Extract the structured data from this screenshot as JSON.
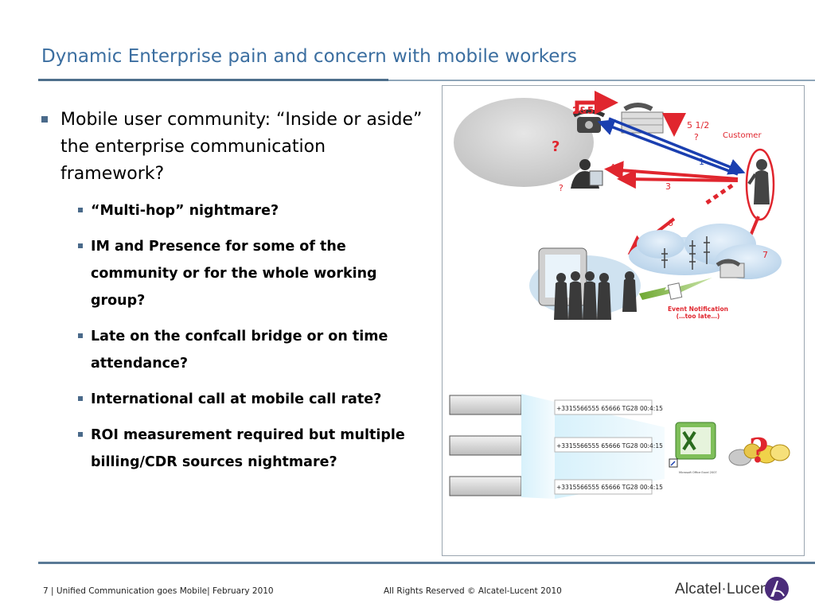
{
  "slide": {
    "title": "Dynamic Enterprise pain and concern with mobile workers"
  },
  "bullets": {
    "main": "Mobile user community: “Inside or aside” the enterprise communication framework?",
    "subs": [
      "“Multi-hop” nightmare?",
      "IM and Presence for some of the community or for the whole working group?",
      "Late on the confcall bridge or on time attendance?",
      "International call at mobile call rate?",
      "ROI measurement required but multiple billing/CDR sources nightmare?"
    ]
  },
  "diagram": {
    "labels": {
      "step_2and5": "2&5",
      "step_5half": "5  1/2",
      "q_small_1": "?",
      "q_big": "?",
      "step_1": "1",
      "step_4": "4",
      "step_3": "3",
      "q_small_2": "?",
      "step_6": "6",
      "step_7": "7",
      "customer": "Customer",
      "event_notification": "Event Notification",
      "too_late": "(…too late…)",
      "excel_caption": "Microsoft Office Excel 2007",
      "roi_question": "?"
    },
    "cdr_records": [
      "+3315566555 65666 TG28 00:4:15",
      "+3315566555 65666 TG28 00:4:15",
      "+3315566555 65666 TG28 00:4:15"
    ]
  },
  "footer": {
    "page_number": "7",
    "presentation": "Unified Communication goes Mobile",
    "date": "February 2010",
    "copyright": "All Rights Reserved © Alcatel-Lucent 2010",
    "brand": "Alcatel·Lucent"
  },
  "colors": {
    "title": "#3b6ea0",
    "accent_red": "#e0262e",
    "arrow_blue": "#1a3fb0",
    "rule": "#5a7a96"
  }
}
